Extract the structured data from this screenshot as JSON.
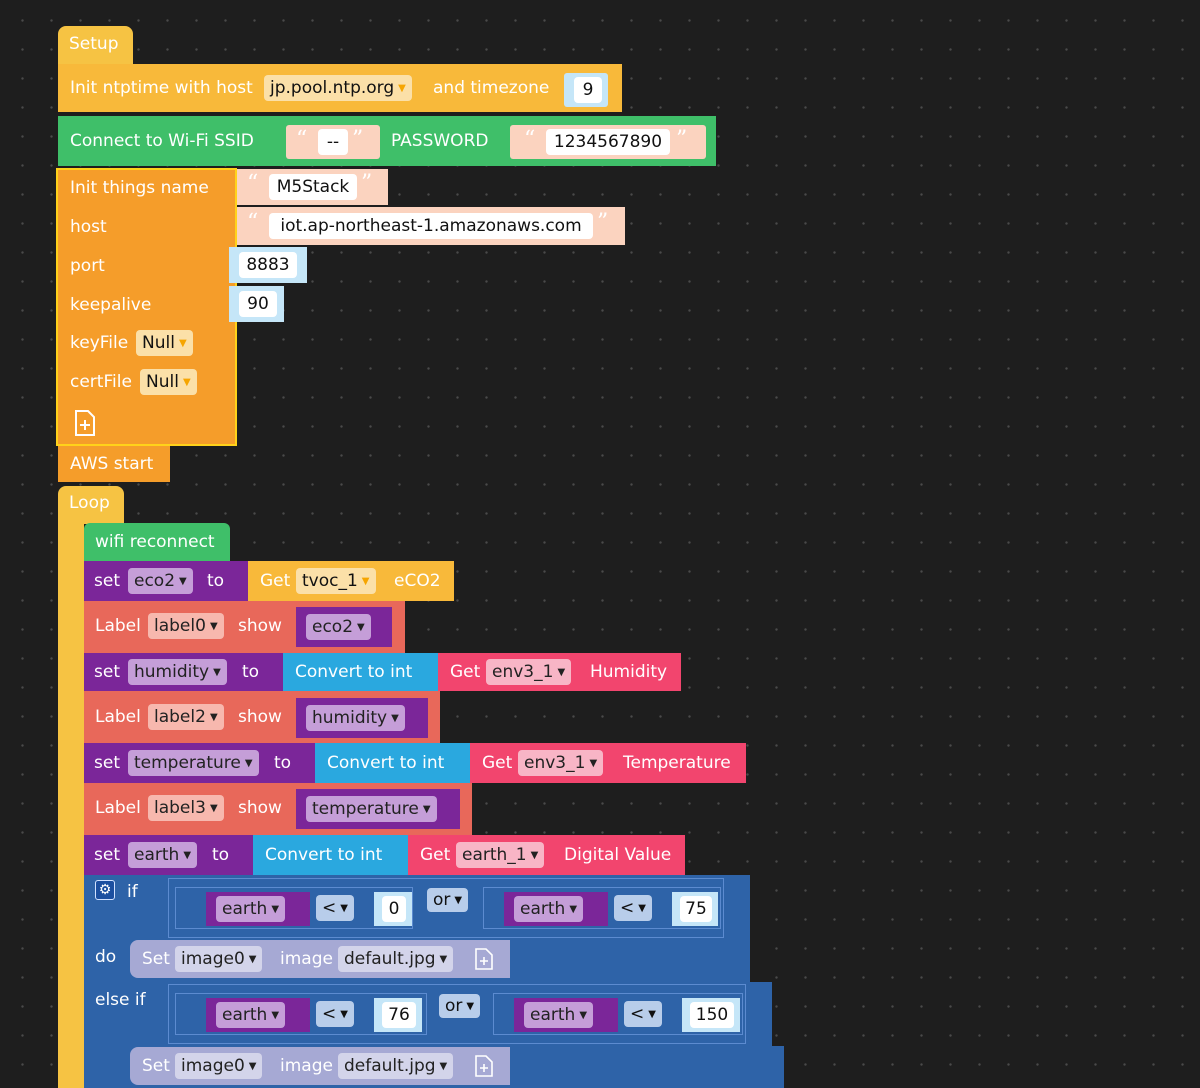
{
  "setup": {
    "label": "Setup",
    "ntp": {
      "label": "Init ntptime with host",
      "host": "jp.pool.ntp.org",
      "tz_label": "and timezone",
      "tz": "9"
    },
    "wifi": {
      "label": "Connect to Wi-Fi SSID",
      "ssid": "--",
      "pw_label": "PASSWORD",
      "password": "1234567890"
    },
    "aws_init": {
      "name_label": "Init things name",
      "name": "M5Stack",
      "host_label": "host",
      "host": "iot.ap-northeast-1.amazonaws.com",
      "port_label": "port",
      "port": "8883",
      "keepalive_label": "keepalive",
      "keepalive": "90",
      "keyfile_label": "keyFile",
      "keyfile": "Null",
      "certfile_label": "certFile",
      "certfile": "Null"
    },
    "aws_start": "AWS start"
  },
  "loop": {
    "label": "Loop",
    "wifi_reconnect": "wifi reconnect",
    "kw": {
      "set": "set",
      "to": "to",
      "label": "Label",
      "show": "show",
      "get": "Get",
      "convert": "Convert to int",
      "if": "if",
      "do": "do",
      "elseif": "else if",
      "or": "or",
      "lt": "<",
      "img_set": "Set",
      "img_image": "image"
    },
    "set_eco2": {
      "var": "eco2",
      "sensor": "tvoc_1",
      "prop": "eCO2"
    },
    "label0": {
      "label": "label0",
      "var": "eco2"
    },
    "set_humidity": {
      "var": "humidity",
      "sensor": "env3_1",
      "prop": "Humidity"
    },
    "label2": {
      "label": "label2",
      "var": "humidity"
    },
    "set_temperature": {
      "var": "temperature",
      "sensor": "env3_1",
      "prop": "Temperature"
    },
    "label3": {
      "label": "label3",
      "var": "temperature"
    },
    "set_earth": {
      "var": "earth",
      "sensor": "earth_1",
      "prop": "Digital Value"
    },
    "if1": {
      "var_a": "earth",
      "val_a": "0",
      "var_b": "earth",
      "val_b": "75"
    },
    "do1": {
      "img": "image0",
      "file": "default.jpg"
    },
    "if2": {
      "var_a": "earth",
      "val_a": "76",
      "var_b": "earth",
      "val_b": "150"
    },
    "do2": {
      "img": "image0",
      "file": "default.jpg"
    }
  },
  "colors": {
    "setup": "#f6c343",
    "ntp": "#f8b93a",
    "wifi": "#3fbf69",
    "aws": "#f59d2a",
    "string": "#fbd3bf",
    "number": "#c5e6f8",
    "purple": "#7b2699",
    "var": "#c59ed8",
    "label": "#e8685a",
    "convert": "#2aa8df",
    "getred": "#f2456e",
    "if": "#2e63a8",
    "image": "#a6a9d4"
  }
}
